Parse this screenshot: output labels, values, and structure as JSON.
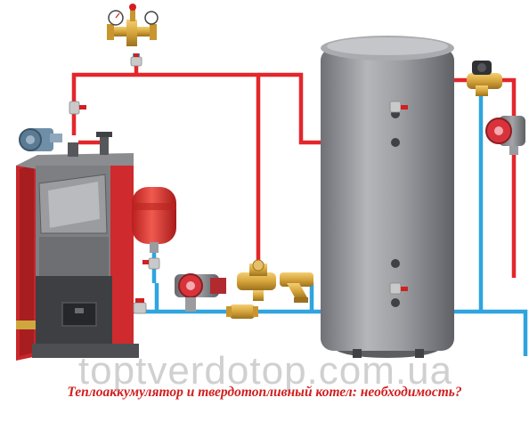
{
  "watermark": "toptverdotop.com.ua",
  "caption": "Теплоаккумулятор и твердотопливный котел: необходимость?",
  "colors": {
    "hot_pipe": "#e4262b",
    "cold_pipe": "#2fa4df",
    "tank": "#8d8f94",
    "boiler_red": "#d52a2e",
    "boiler_body": "#7d7f83",
    "expansion_tank": "#e23a35",
    "brass": "#d6a43a"
  },
  "icons": {
    "safety_group": "pressure-gauge-valve",
    "blower": "fan-blower",
    "pump": "circulation-pump",
    "mixing_valve": "three-way-valve",
    "filter": "y-strainer",
    "ball_valve": "ball-valve"
  }
}
